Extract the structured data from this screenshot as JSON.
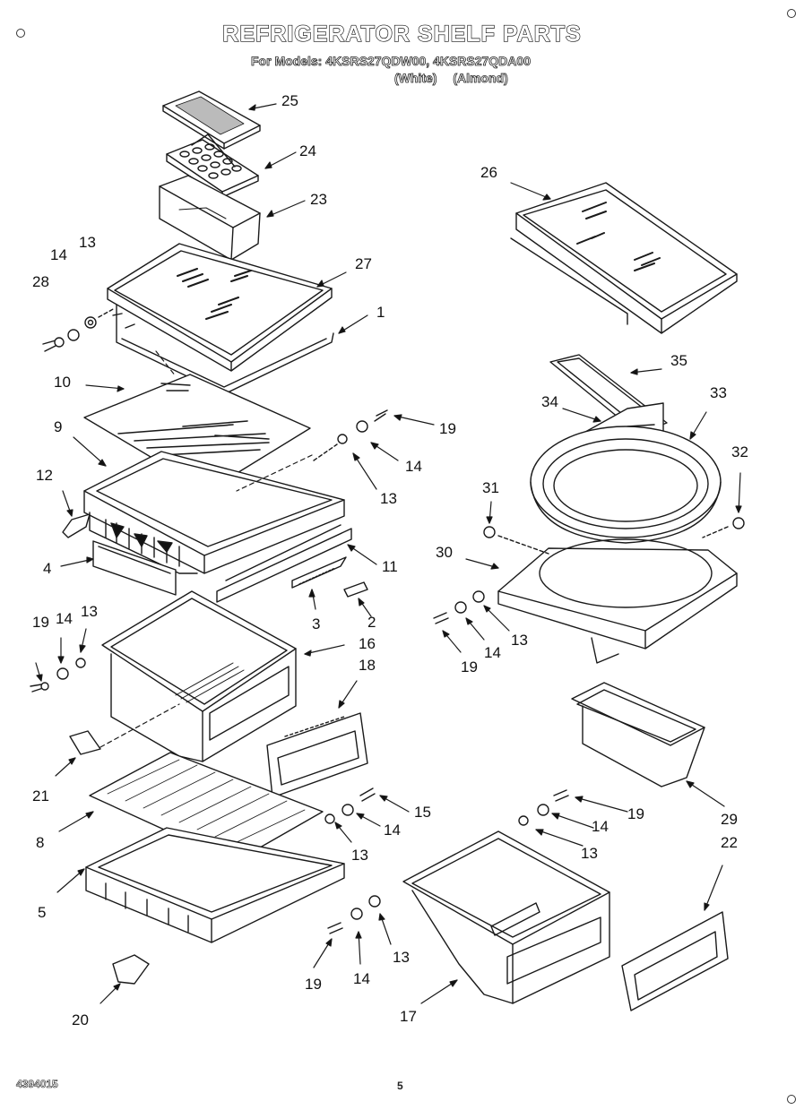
{
  "header": {
    "title": "REFRIGERATOR SHELF PARTS",
    "models_line": "For Models: 4KSRS27QDW00, 4KSRS27QDA00",
    "variants_line": "(White)   (Almond)"
  },
  "footer": {
    "doc_number": "4394015",
    "page_number": "5"
  },
  "callouts": {
    "c25": "25",
    "c24": "24",
    "c23": "23",
    "c26": "26",
    "c14a": "14",
    "c13a": "13",
    "c28": "28",
    "c27": "27",
    "c1": "1",
    "c10": "10",
    "c9": "9",
    "c19a": "19",
    "c14b": "14",
    "c13b": "13",
    "c35": "35",
    "c34": "34",
    "c33": "33",
    "c32": "32",
    "c31": "31",
    "c12": "12",
    "c4": "4",
    "c11": "11",
    "c3": "3",
    "c2": "2",
    "c30": "30",
    "c13c": "13",
    "c14c": "14",
    "c19b": "19",
    "c19c": "19",
    "c14d": "14",
    "c13d": "13",
    "c16": "16",
    "c18": "18",
    "c21": "21",
    "c15": "15",
    "c14e": "14",
    "c13e": "13",
    "c8": "8",
    "c5": "5",
    "c29": "29",
    "c22": "22",
    "c19d": "19",
    "c14f": "14",
    "c13f": "13",
    "c19e": "19",
    "c14g": "14",
    "c13g": "13",
    "c20": "20",
    "c17": "17"
  }
}
